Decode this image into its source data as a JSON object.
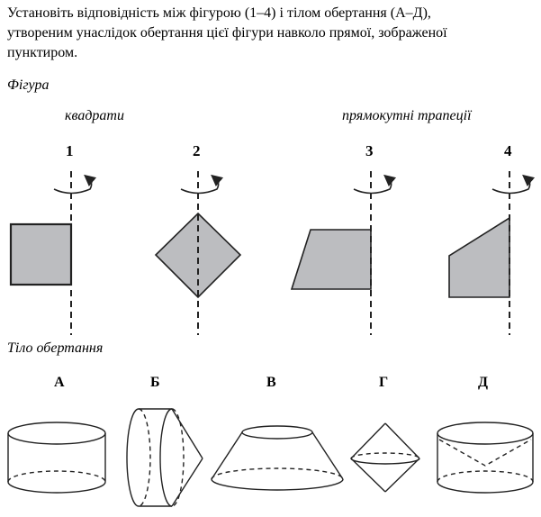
{
  "task": {
    "line1": "Установіть відповідність між фігурою (1–4) і тілом обертання (А–Д),",
    "line2": "утвореним унаслідок обертання цієї фігури навколо прямої, зображеної",
    "line3": "пунктиром."
  },
  "figures_heading": "Фігура",
  "group_squares": "квадрати",
  "group_trapezoids": "прямокутні трапеції",
  "figures": [
    {
      "label": "1"
    },
    {
      "label": "2"
    },
    {
      "label": "3"
    },
    {
      "label": "4"
    }
  ],
  "bodies_heading": "Тіло обертання",
  "bodies": [
    {
      "label": "А"
    },
    {
      "label": "Б"
    },
    {
      "label": "В"
    },
    {
      "label": "Г"
    },
    {
      "label": "Д"
    }
  ],
  "colors": {
    "fill": "#bcbdc0",
    "stroke": "#222222"
  }
}
